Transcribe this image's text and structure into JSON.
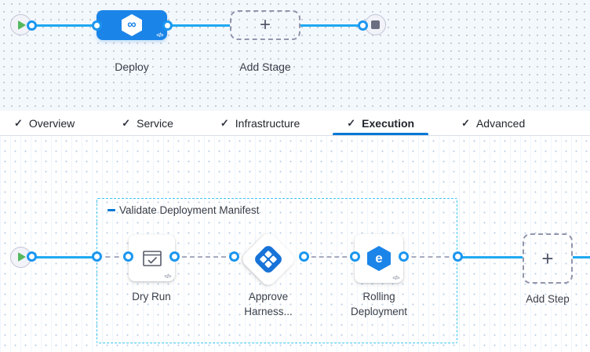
{
  "colors": {
    "accent_blue": "#1b84e8",
    "flow_line_blue": "#1fa9f2",
    "active_tab_underline": "#0278d5",
    "group_border_cyan": "#3ec6f2",
    "play_green": "#55b85e",
    "canvas_top_bg": "#f3f8fc"
  },
  "stage_canvas": {
    "stage": {
      "label": "Deploy"
    },
    "add_stage_label": "Add Stage"
  },
  "tab_bar": {
    "tabs": [
      {
        "label": "Overview",
        "checked": true,
        "active": false
      },
      {
        "label": "Service",
        "checked": true,
        "active": false
      },
      {
        "label": "Infrastructure",
        "checked": true,
        "active": false
      },
      {
        "label": "Execution",
        "checked": true,
        "active": true
      },
      {
        "label": "Advanced",
        "checked": true,
        "active": false
      }
    ]
  },
  "execution_canvas": {
    "group_label": "Validate Deployment Manifest",
    "steps": [
      {
        "label": "Dry Run"
      },
      {
        "label": "Approve Harness..."
      },
      {
        "label": "Rolling Deployment"
      }
    ],
    "add_step_label": "Add Step"
  },
  "icons": {
    "check": "✓",
    "plus": "+",
    "code": "</>",
    "infinity": "∞",
    "rolling_e": "e"
  }
}
